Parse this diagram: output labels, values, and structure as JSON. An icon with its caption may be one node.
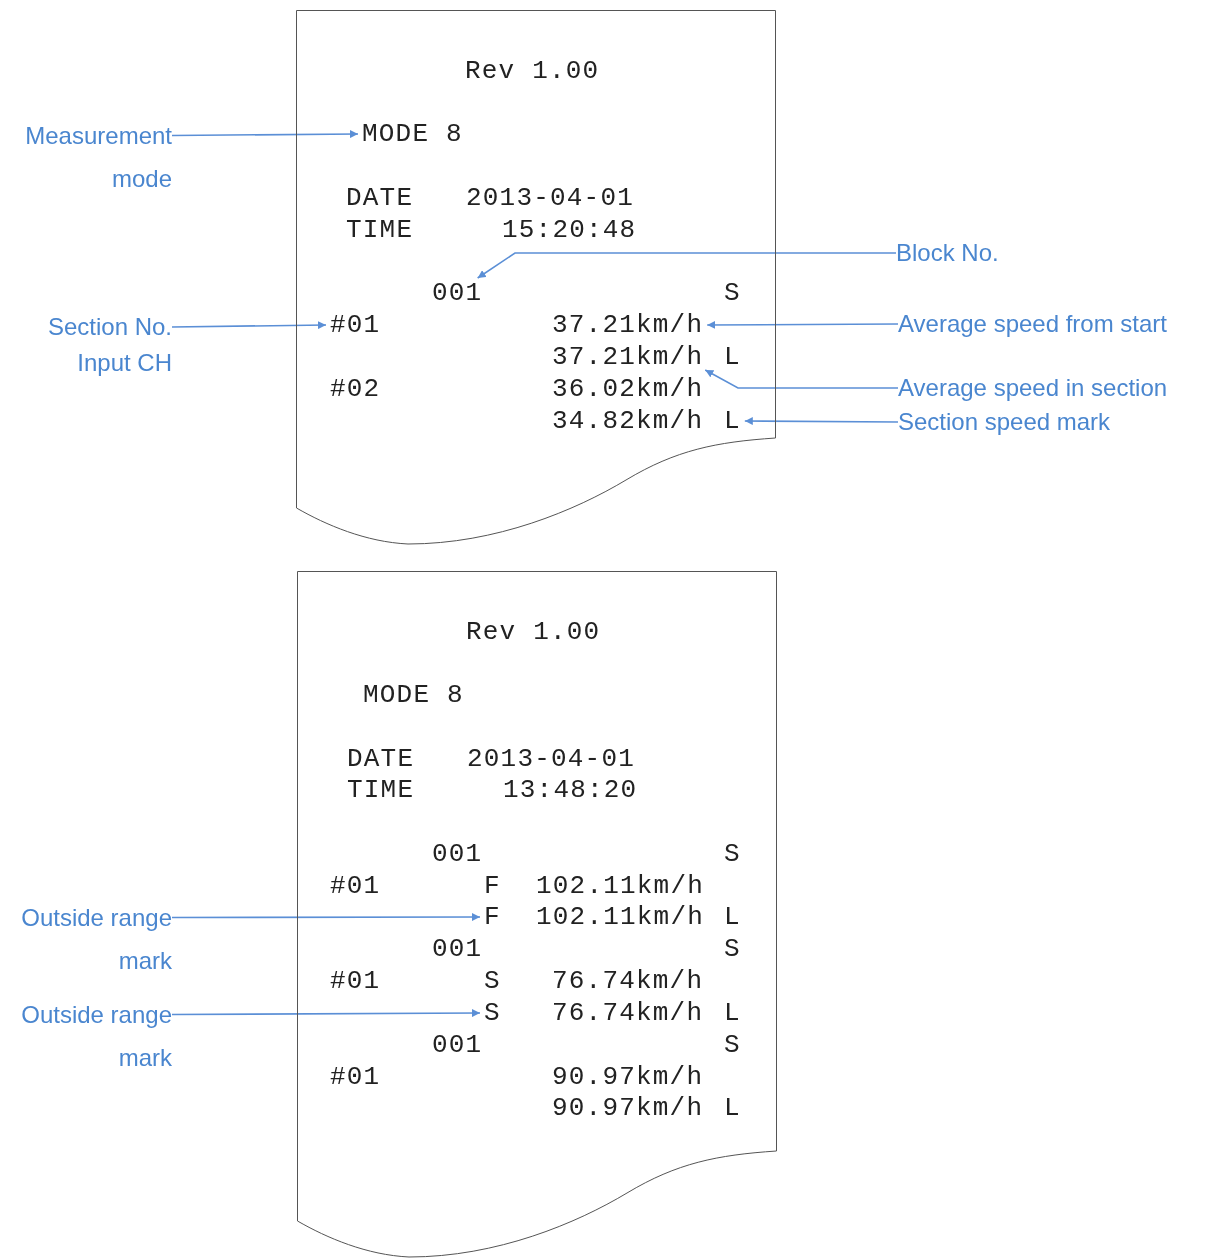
{
  "diagram": {
    "nodes": [
      {
        "text": [],
        "shape": "receipt"
      },
      {
        "text": [
          "Rev 1.00"
        ],
        "in": 0
      },
      {
        "text": [
          "MODE 8"
        ],
        "in": 0
      },
      {
        "text": [
          "DATE"
        ],
        "in": 0
      },
      {
        "text": [
          "2013-04-01"
        ],
        "in": 0
      },
      {
        "text": [
          "TIME"
        ],
        "in": 0
      },
      {
        "text": [
          "15:20:48"
        ],
        "in": 0
      },
      {
        "text": [
          "001"
        ],
        "in": 0
      },
      {
        "text": [
          "S"
        ],
        "in": 0
      },
      {
        "text": [
          "#01"
        ],
        "in": 0
      },
      {
        "text": [
          "37.21km/h"
        ],
        "in": 0
      },
      {
        "text": [
          "37.21km/h"
        ],
        "in": 0
      },
      {
        "text": [
          "L"
        ],
        "in": 0
      },
      {
        "text": [
          "#02"
        ],
        "in": 0
      },
      {
        "text": [
          "36.02km/h"
        ],
        "in": 0
      },
      {
        "text": [
          "34.82km/h"
        ],
        "in": 0
      },
      {
        "text": [
          "L"
        ],
        "in": 0
      },
      {
        "text": [
          "Measurement mode"
        ]
      },
      {
        "text": [
          "Block No."
        ]
      },
      {
        "text": [
          "Section No. Input CH"
        ]
      },
      {
        "text": [
          "Average speed from start"
        ]
      },
      {
        "text": [
          "Average speed in section"
        ]
      },
      {
        "text": [
          "Section speed mark"
        ]
      },
      {
        "text": [],
        "shape": "receipt"
      },
      {
        "text": [
          "Rev 1.00"
        ],
        "in": 23
      },
      {
        "text": [
          "MODE 8"
        ],
        "in": 23
      },
      {
        "text": [
          "DATE"
        ],
        "in": 23
      },
      {
        "text": [
          "2013-04-01"
        ],
        "in": 23
      },
      {
        "text": [
          "TIME"
        ],
        "in": 23
      },
      {
        "text": [
          "13:48:20"
        ],
        "in": 23
      },
      {
        "text": [
          "001"
        ],
        "in": 23
      },
      {
        "text": [
          "S"
        ],
        "in": 23
      },
      {
        "text": [
          "#01"
        ],
        "in": 23
      },
      {
        "text": [
          "F"
        ],
        "in": 23
      },
      {
        "text": [
          "102.11km/h"
        ],
        "in": 23
      },
      {
        "text": [
          "F"
        ],
        "in": 23
      },
      {
        "text": [
          "102.11km/h"
        ],
        "in": 23
      },
      {
        "text": [
          "L"
        ],
        "in": 23
      },
      {
        "text": [
          "001"
        ],
        "in": 23
      },
      {
        "text": [
          "S"
        ],
        "in": 23
      },
      {
        "text": [
          "#01"
        ],
        "in": 23
      },
      {
        "text": [
          "S"
        ],
        "in": 23
      },
      {
        "text": [
          "76.74km/h"
        ],
        "in": 23
      },
      {
        "text": [
          "S"
        ],
        "in": 23
      },
      {
        "text": [
          "76.74km/h"
        ],
        "in": 23
      },
      {
        "text": [
          "L"
        ],
        "in": 23
      },
      {
        "text": [
          "001"
        ],
        "in": 23
      },
      {
        "text": [
          "S"
        ],
        "in": 23
      },
      {
        "text": [
          "#01"
        ],
        "in": 23
      },
      {
        "text": [
          "90.97km/h"
        ],
        "in": 23
      },
      {
        "text": [
          "90.97km/h"
        ],
        "in": 23
      },
      {
        "text": [
          "L"
        ],
        "in": 23
      },
      {
        "text": [
          "Outside range mark"
        ]
      },
      {
        "text": [
          "Outside range mark"
        ]
      }
    ],
    "edges": [
      {
        "from": 17,
        "to": 2,
        "arrow": "to"
      },
      {
        "from": 18,
        "to": 7,
        "arrow": "to"
      },
      {
        "from": 19,
        "to": 9,
        "arrow": "to"
      },
      {
        "from": 20,
        "to": 10,
        "arrow": "to"
      },
      {
        "from": 21,
        "to": 11,
        "arrow": "to"
      },
      {
        "from": 22,
        "to": 16,
        "arrow": "to"
      },
      {
        "from": 52,
        "to": 35,
        "arrow": "to"
      },
      {
        "from": 53,
        "to": 43,
        "arrow": "to"
      }
    ]
  }
}
